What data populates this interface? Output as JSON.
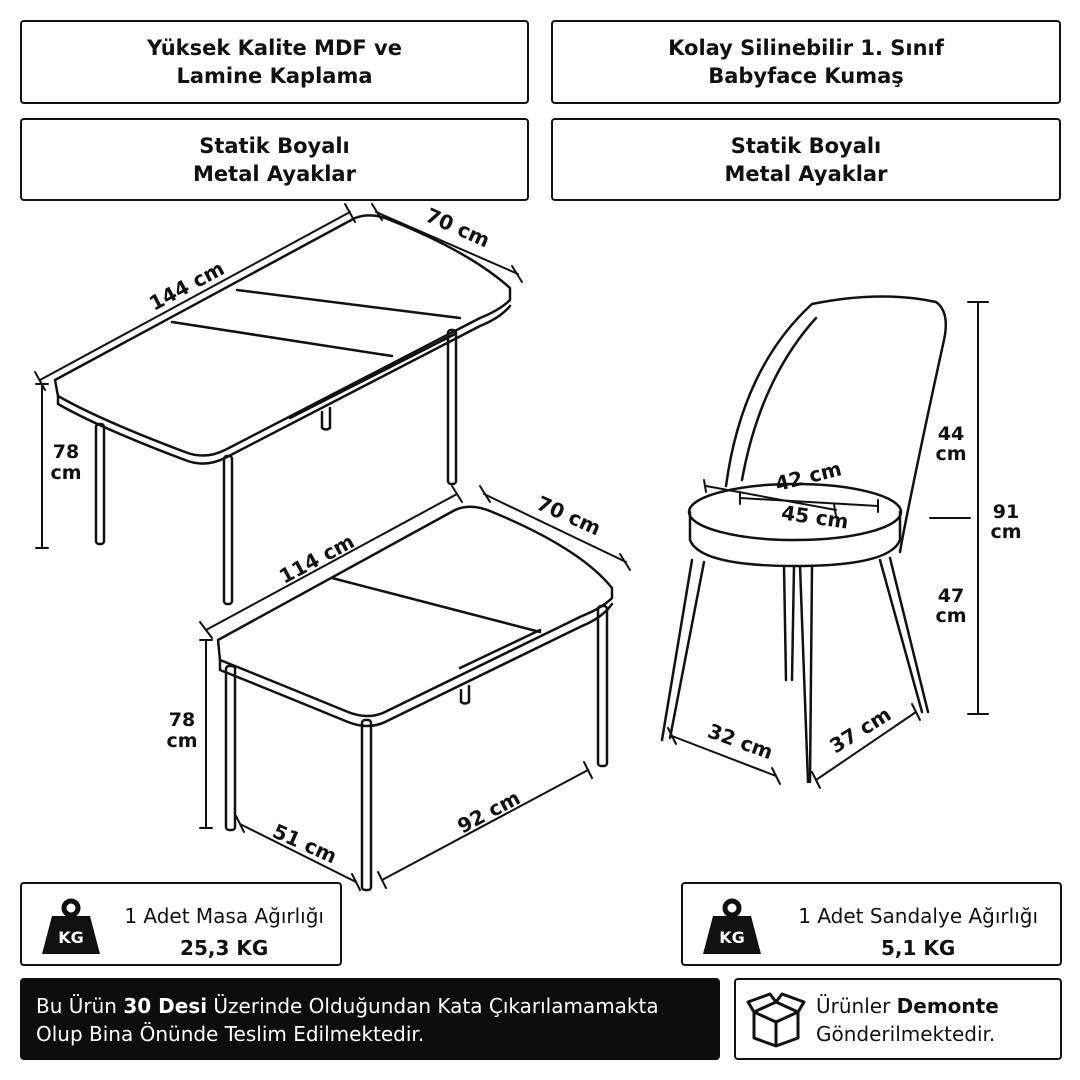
{
  "features": {
    "table_top": [
      "Yüksek Kalite MDF ve",
      "Lamine Kaplama"
    ],
    "chair_fabric": [
      "Kolay Silinebilir 1. Sınıf",
      "Babyface Kumaş"
    ],
    "table_legs": [
      "Statik Boyalı",
      "Metal Ayaklar"
    ],
    "chair_legs": [
      "Statik Boyalı",
      "Metal Ayaklar"
    ]
  },
  "dimensions": {
    "open_table": {
      "length": "144 cm",
      "width": "70 cm",
      "height_num": "78",
      "height_unit": "cm"
    },
    "closed_table": {
      "length": "114 cm",
      "width": "70 cm",
      "height_num": "78",
      "height_unit": "cm",
      "leg_span_long": "92 cm",
      "leg_span_short": "51 cm"
    },
    "chair": {
      "seat_inner": "42 cm",
      "seat_outer": "45 cm",
      "back_num": "44",
      "back_unit": "cm",
      "seat_num": "47",
      "seat_unit": "cm",
      "total_num": "91",
      "total_unit": "cm",
      "leg_front": "32 cm",
      "leg_side": "37 cm"
    }
  },
  "weights": {
    "table": {
      "label": "1 Adet Masa Ağırlığı",
      "value": "25,3 KG"
    },
    "chair": {
      "label": "1 Adet Sandalye Ağırlığı",
      "value": "5,1 KG"
    },
    "icon_text": "KG"
  },
  "notice": {
    "pre": "Bu Ürün ",
    "bold": "30 Desi",
    "post": " Üzerinde Olduğundan Kata Çıkarılamamakta Olup Bina Önünde Teslim Edilmektedir."
  },
  "demonte": {
    "pre": "Ürünler ",
    "bold": "Demonte",
    "post": "Gönderilmektedir."
  },
  "icons": [
    "weight-kg-icon",
    "open-box-icon"
  ]
}
